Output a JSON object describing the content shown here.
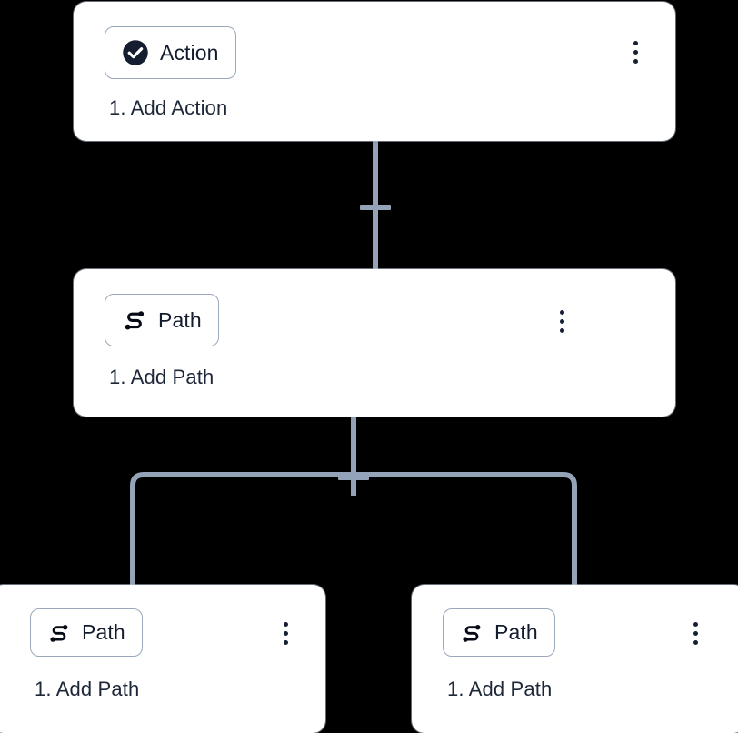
{
  "canvas": {
    "background_color": "#000000",
    "connector_color": "#94a3b8",
    "card_background": "#ffffff",
    "accent_dark": "#131c2e"
  },
  "nodes": [
    {
      "id": "action-node",
      "badge_label": "Action",
      "badge_icon": "check-circle-icon",
      "subtitle": "1. Add Action",
      "menu_icon": "kebab-menu-icon"
    },
    {
      "id": "path-node-root",
      "badge_label": "Path",
      "badge_icon": "path-icon",
      "subtitle": "1. Add Path",
      "menu_icon": "kebab-menu-icon"
    },
    {
      "id": "path-node-branch-left",
      "badge_label": "Path",
      "badge_icon": "path-icon",
      "subtitle": "1. Add Path",
      "menu_icon": "kebab-menu-icon"
    },
    {
      "id": "path-node-branch-right",
      "badge_label": "Path",
      "badge_icon": "path-icon",
      "subtitle": "1. Add Path",
      "menu_icon": "kebab-menu-icon"
    }
  ],
  "connectors": [
    {
      "id": "add-step-upper",
      "icon": "plus-icon"
    },
    {
      "id": "add-step-lower",
      "icon": "plus-icon"
    }
  ]
}
